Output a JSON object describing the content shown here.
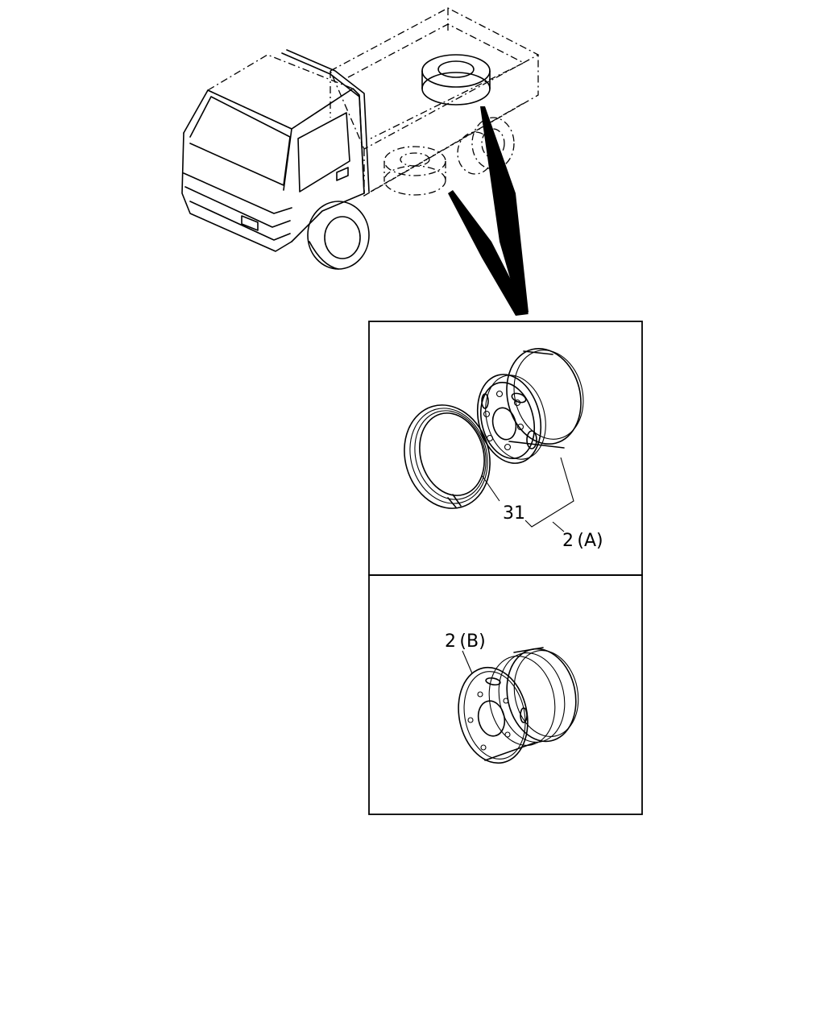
{
  "callouts": {
    "rim_ring": "31",
    "wheel_a": "2 (A)",
    "wheel_b": "2 (B)"
  }
}
